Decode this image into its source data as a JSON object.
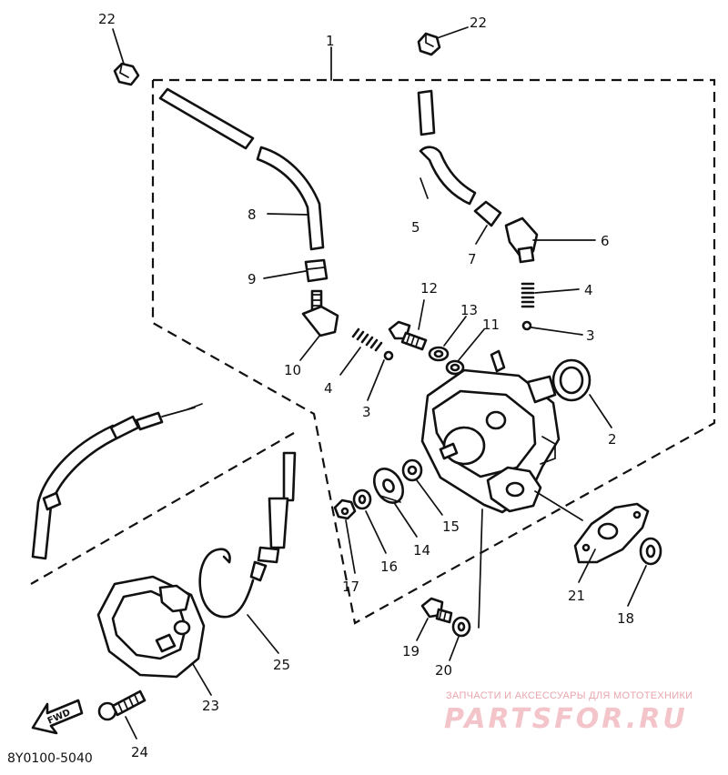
{
  "diagram": {
    "parts": [
      {
        "id": "22",
        "name": "cap-top-left"
      },
      {
        "id": "22",
        "name": "cap-top-right"
      },
      {
        "id": "1",
        "name": "assembly-callout"
      },
      {
        "id": "8",
        "name": "hose-left"
      },
      {
        "id": "9",
        "name": "clamp-left"
      },
      {
        "id": "10",
        "name": "elbow-fitting-left"
      },
      {
        "id": "5",
        "name": "hose-right"
      },
      {
        "id": "7",
        "name": "clamp-right"
      },
      {
        "id": "6",
        "name": "elbow-fitting-right"
      },
      {
        "id": "4",
        "name": "spring-right"
      },
      {
        "id": "3",
        "name": "ball-right"
      },
      {
        "id": "12",
        "name": "bolt-top"
      },
      {
        "id": "13",
        "name": "washer-13"
      },
      {
        "id": "11",
        "name": "washer-11"
      },
      {
        "id": "4",
        "name": "spring-left"
      },
      {
        "id": "3",
        "name": "ball-left"
      },
      {
        "id": "2",
        "name": "oil-seal"
      },
      {
        "id": "15",
        "name": "washer-15"
      },
      {
        "id": "14",
        "name": "gear-disc"
      },
      {
        "id": "16",
        "name": "washer-16"
      },
      {
        "id": "17",
        "name": "nut"
      },
      {
        "id": "21",
        "name": "gasket"
      },
      {
        "id": "18",
        "name": "washer-18"
      },
      {
        "id": "19",
        "name": "bolt-19"
      },
      {
        "id": "20",
        "name": "washer-20"
      },
      {
        "id": "23",
        "name": "pump-cover"
      },
      {
        "id": "24",
        "name": "cover-screw"
      },
      {
        "id": "25",
        "name": "cable"
      }
    ],
    "fwd_label": "FWD",
    "drawing_code": "8Y0100-5040"
  },
  "watermark": {
    "caption": "ЗАПЧАСТИ И АКСЕССУАРЫ ДЛЯ МОТОТЕХНИКИ",
    "brand": "PARTSFOR.RU"
  },
  "colors": {
    "ink": "#111111",
    "watermark": "#e8a6ad"
  }
}
